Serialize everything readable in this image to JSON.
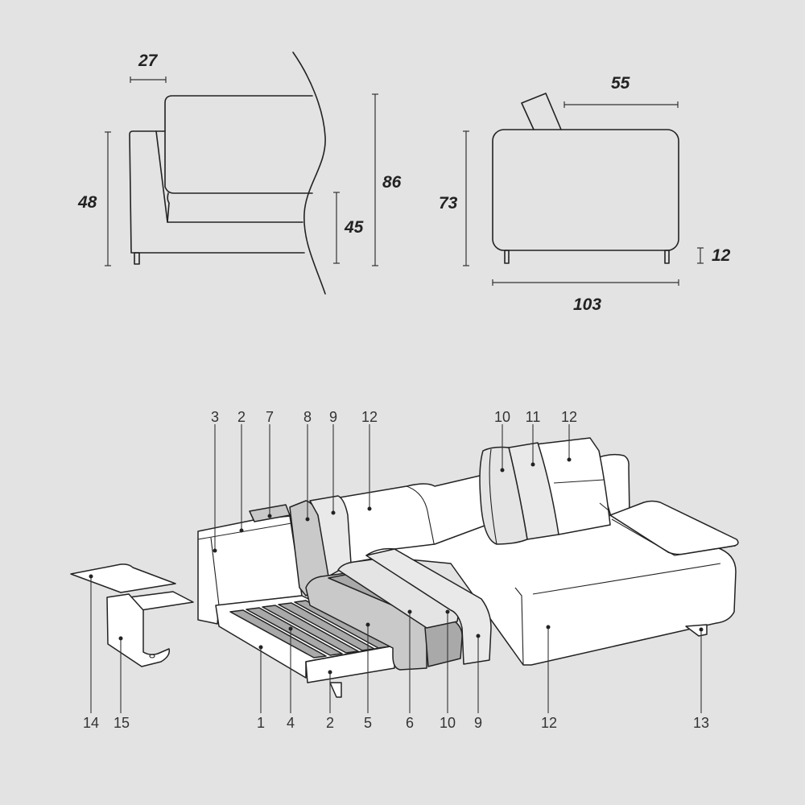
{
  "colors": {
    "background": "#e3e3e3",
    "line": "#222222",
    "fabric_white": "#ffffff",
    "light_grey": "#e9e9e9",
    "mid_grey": "#c9c9c9",
    "dark_grey": "#a9a9a9"
  },
  "side_view": {
    "dimensions": {
      "armrest_width": "27",
      "armrest_height": "48",
      "seat_height": "45",
      "total_height": "86"
    }
  },
  "front_view": {
    "dimensions": {
      "backrest_depth": "55",
      "height": "73",
      "leg_height": "12",
      "width": "103"
    }
  },
  "exploded_view": {
    "top_labels": [
      {
        "id": "3",
        "text": "3"
      },
      {
        "id": "2",
        "text": "2"
      },
      {
        "id": "7",
        "text": "7"
      },
      {
        "id": "8",
        "text": "8"
      },
      {
        "id": "9",
        "text": "9"
      },
      {
        "id": "12a",
        "text": "12"
      },
      {
        "id": "10",
        "text": "10"
      },
      {
        "id": "11",
        "text": "11"
      },
      {
        "id": "12b",
        "text": "12"
      }
    ],
    "bottom_labels": [
      {
        "id": "14",
        "text": "14"
      },
      {
        "id": "15",
        "text": "15"
      },
      {
        "id": "1",
        "text": "1"
      },
      {
        "id": "4",
        "text": "4"
      },
      {
        "id": "2",
        "text": "2"
      },
      {
        "id": "5",
        "text": "5"
      },
      {
        "id": "6",
        "text": "6"
      },
      {
        "id": "10",
        "text": "10"
      },
      {
        "id": "9",
        "text": "9"
      },
      {
        "id": "12",
        "text": "12"
      },
      {
        "id": "13",
        "text": "13"
      }
    ]
  }
}
